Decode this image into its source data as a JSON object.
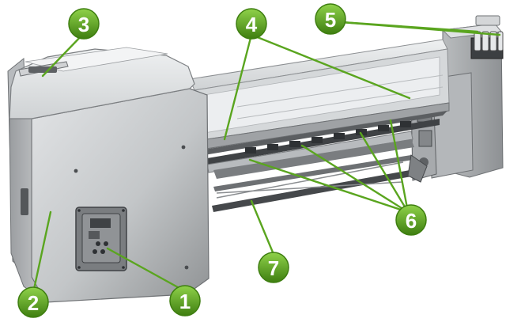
{
  "callouts": [
    {
      "id": "1",
      "label": "1"
    },
    {
      "id": "2",
      "label": "2"
    },
    {
      "id": "3",
      "label": "3"
    },
    {
      "id": "4",
      "label": "4"
    },
    {
      "id": "5",
      "label": "5"
    },
    {
      "id": "6",
      "label": "6"
    },
    {
      "id": "7",
      "label": "7"
    }
  ],
  "colors": {
    "callout_fill": "#5aa51f",
    "callout_dark": "#3e7e10",
    "leader_line": "#5aa51f",
    "printer_body": "#c9cbcd",
    "printer_shadow": "#8f9294",
    "printer_dark": "#45484b"
  }
}
